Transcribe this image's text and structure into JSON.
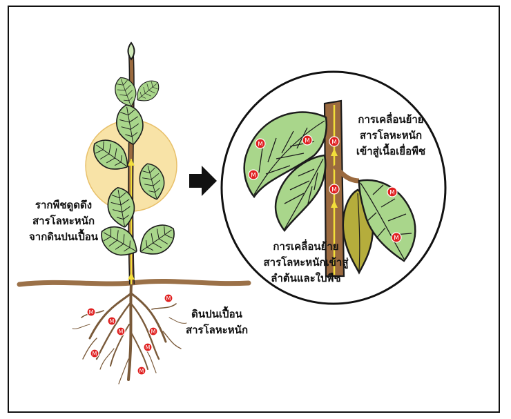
{
  "labels": {
    "root_uptake": [
      "รากพืชดูดดึง",
      "สารโลหะหนัก",
      "จากดินปนเปื้อน"
    ],
    "contaminated_soil": [
      "ดินปนเปื้อน",
      "สารโลหะหนัก"
    ],
    "to_tissue": [
      "การเคลื่อนย้าย",
      "สารโลหะหนัก",
      "เข้าสู่เนื้อเยื่อพืช"
    ],
    "to_stem_leaves": [
      "การเคลื่อนย้าย",
      "สารโลหะหนักเข้าสู่",
      "ลำต้นและใบพืช"
    ]
  },
  "marker_letter": "M",
  "colors": {
    "leaf": "#a9d68b",
    "leaf_dark": "#7fba5c",
    "stem": "#9b6a3f",
    "xylem": "#f2de3a",
    "highlight": "#f6d98a",
    "soil": "#9b7148",
    "marker": "#e02020",
    "wilted_leaf": "#b5ad3c"
  }
}
